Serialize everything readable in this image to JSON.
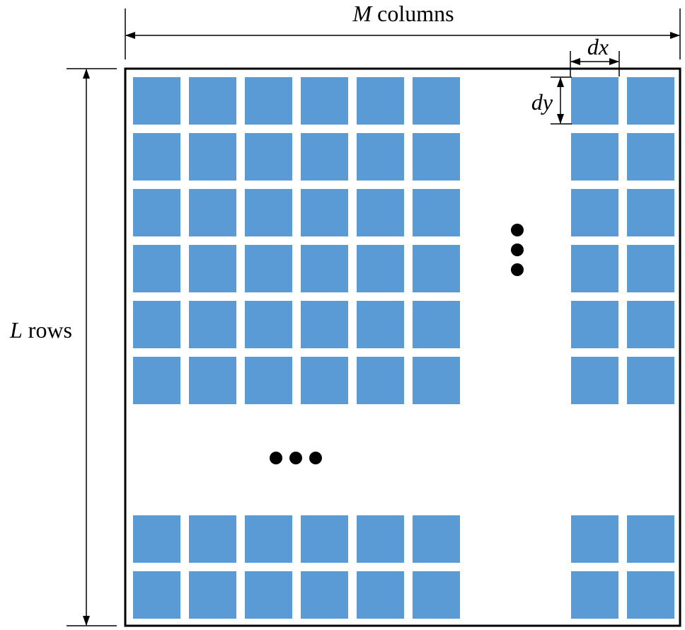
{
  "labels": {
    "columns_var": "M",
    "columns_word": " columns",
    "rows_var": "L",
    "rows_word": " rows",
    "dx": "dx",
    "dy": "dy"
  },
  "grid": {
    "visible_left_columns": 6,
    "visible_right_columns": 2,
    "visible_top_rows": 6,
    "visible_bottom_rows": 2
  },
  "colors": {
    "element": "#5b9bd5",
    "frame": "#000000",
    "background": "#ffffff"
  }
}
